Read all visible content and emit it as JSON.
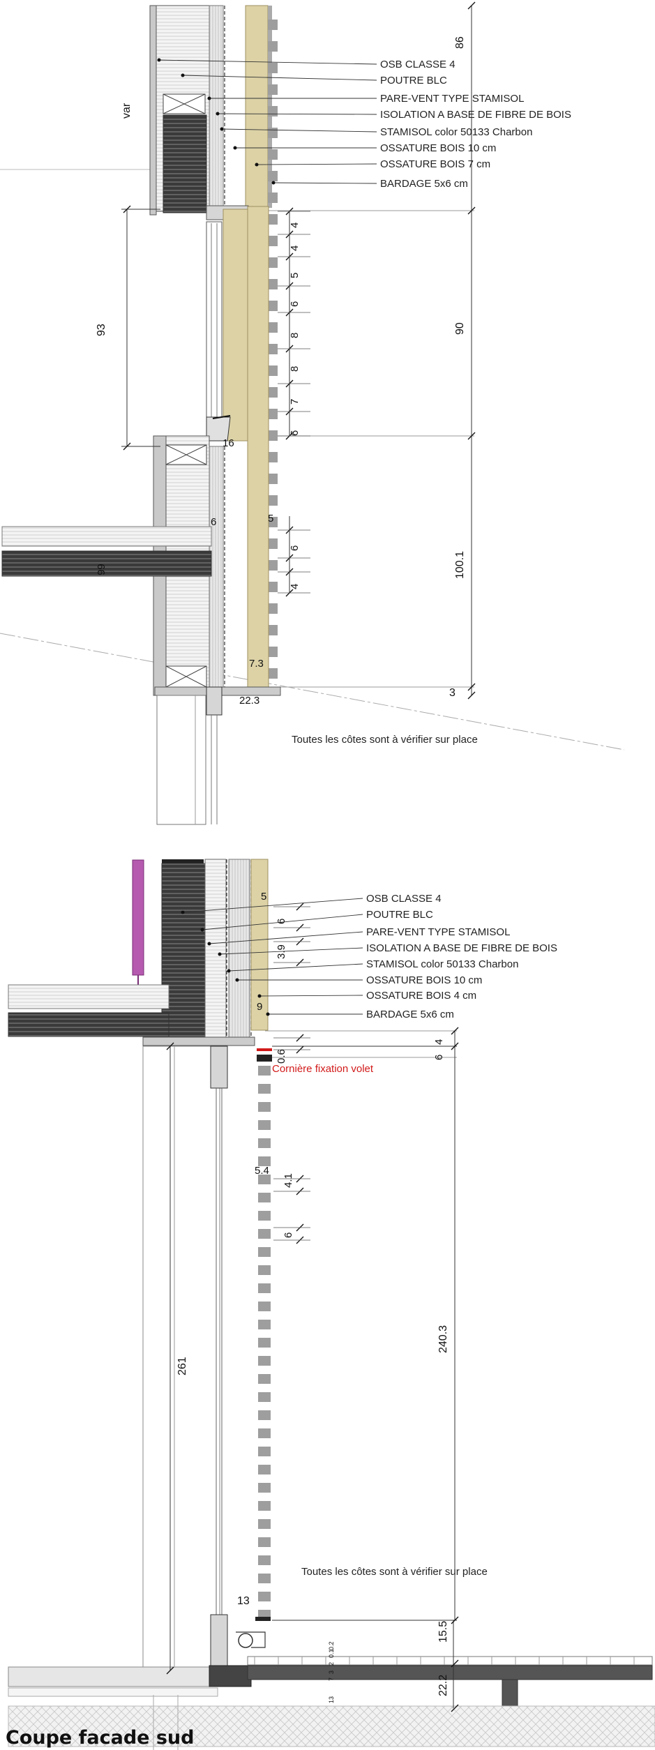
{
  "title": "Coupe facade sud",
  "note": "Toutes les côtes sont à vérifier sur place",
  "top": {
    "labels": [
      "OSB CLASSE 4",
      "POUTRE BLC",
      "PARE-VENT TYPE STAMISOL",
      "ISOLATION A BASE DE FIBRE DE BOIS",
      "STAMISOL color 50133 Charbon",
      "OSSATURE BOIS 10 cm",
      "OSSATURE BOIS  7 cm",
      "BARDAGE 5x6 cm"
    ],
    "var": "var",
    "dims": {
      "d86": "86",
      "d90": "90",
      "d93": "93",
      "d100": "100.1",
      "d3": "3",
      "d16": "16",
      "d6a": "6",
      "d99": "99",
      "d73": "7.3",
      "d223": "22.3",
      "d5": "5"
    },
    "spacing": [
      "4",
      "4",
      "5",
      "6",
      "8",
      "8",
      "7",
      "6"
    ],
    "lower": [
      "6",
      "4"
    ]
  },
  "bottom": {
    "labels": [
      "OSB CLASSE 4",
      "POUTRE BLC",
      "PARE-VENT TYPE STAMISOL",
      "ISOLATION A BASE DE FIBRE DE BOIS",
      "STAMISOL color 50133 Charbon",
      "OSSATURE BOIS 10 cm",
      "OSSATURE BOIS  4 cm",
      "BARDAGE 5x6 cm"
    ],
    "cornice": "Cornière fixation volet",
    "dims": {
      "d5": "5",
      "d6": "6",
      "d39": "3.9",
      "d9": "9",
      "d4": "4",
      "d6b": "6",
      "d06": "0.6",
      "d54": "5.4",
      "d41": "4.1",
      "d6c": "6",
      "d261": "261",
      "d2403": "240.3",
      "d13": "13",
      "d155": "15.5",
      "d222": "22.2",
      "d2": "2",
      "d13b": "13",
      "d7": "7",
      "d3": "3",
      "d01": "0.1",
      "d02": "0.2"
    }
  }
}
